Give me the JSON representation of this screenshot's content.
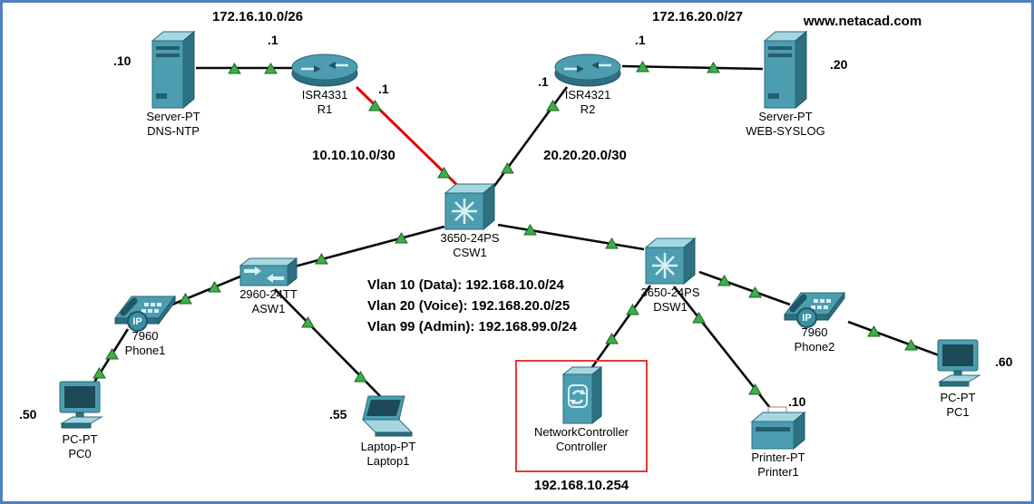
{
  "annotations": {
    "net_left": "172.16.10.0/26",
    "net_right": "172.16.20.0/27",
    "web_url": "www.netacad.com",
    "wan_left": "10.10.10.0/30",
    "wan_right": "20.20.20.0/30",
    "controller_ip": "192.168.10.254",
    "vlan1": "Vlan 10 (Data): 192.168.10.0/24",
    "vlan2": "Vlan 20 (Voice): 192.168.20.0/25",
    "vlan3": "Vlan 99 (Admin): 192.168.99.0/24"
  },
  "devices": {
    "dns": {
      "model": "Server-PT",
      "name": "DNS-NTP",
      "ip": ".10"
    },
    "r1": {
      "model": "ISR4331",
      "name": "R1",
      "ip_lan": ".1",
      "ip_wan": ".1"
    },
    "r2": {
      "model": "ISR4321",
      "name": "R2",
      "ip_lan": ".1",
      "ip_wan": ".1"
    },
    "web": {
      "model": "Server-PT",
      "name": "WEB-SYSLOG",
      "ip": ".20"
    },
    "csw1": {
      "model": "3650-24PS",
      "name": "CSW1"
    },
    "asw1": {
      "model": "2960-24TT",
      "name": "ASW1"
    },
    "dsw1": {
      "model": "3650-24PS",
      "name": "DSW1"
    },
    "phone1": {
      "model": "7960",
      "name": "Phone1",
      "badge": "IP"
    },
    "phone2": {
      "model": "7960",
      "name": "Phone2",
      "badge": "IP"
    },
    "pc0": {
      "model": "PC-PT",
      "name": "PC0",
      "ip": ".50"
    },
    "laptop1": {
      "model": "Laptop-PT",
      "name": "Laptop1",
      "ip": ".55"
    },
    "printer1": {
      "model": "Printer-PT",
      "name": "Printer1",
      "ip": ".10"
    },
    "pc1": {
      "model": "PC-PT",
      "name": "PC1",
      "ip": ".60"
    },
    "controller": {
      "model": "NetworkController",
      "name": "Controller"
    }
  },
  "colors": {
    "device_teal": "#4d9db0",
    "link_black": "#0a0a0a",
    "link_red": "#e60000",
    "status_up_green": "#3fae49",
    "highlight_box_red": "#e53935",
    "canvas_border_blue": "#4f81bd"
  }
}
